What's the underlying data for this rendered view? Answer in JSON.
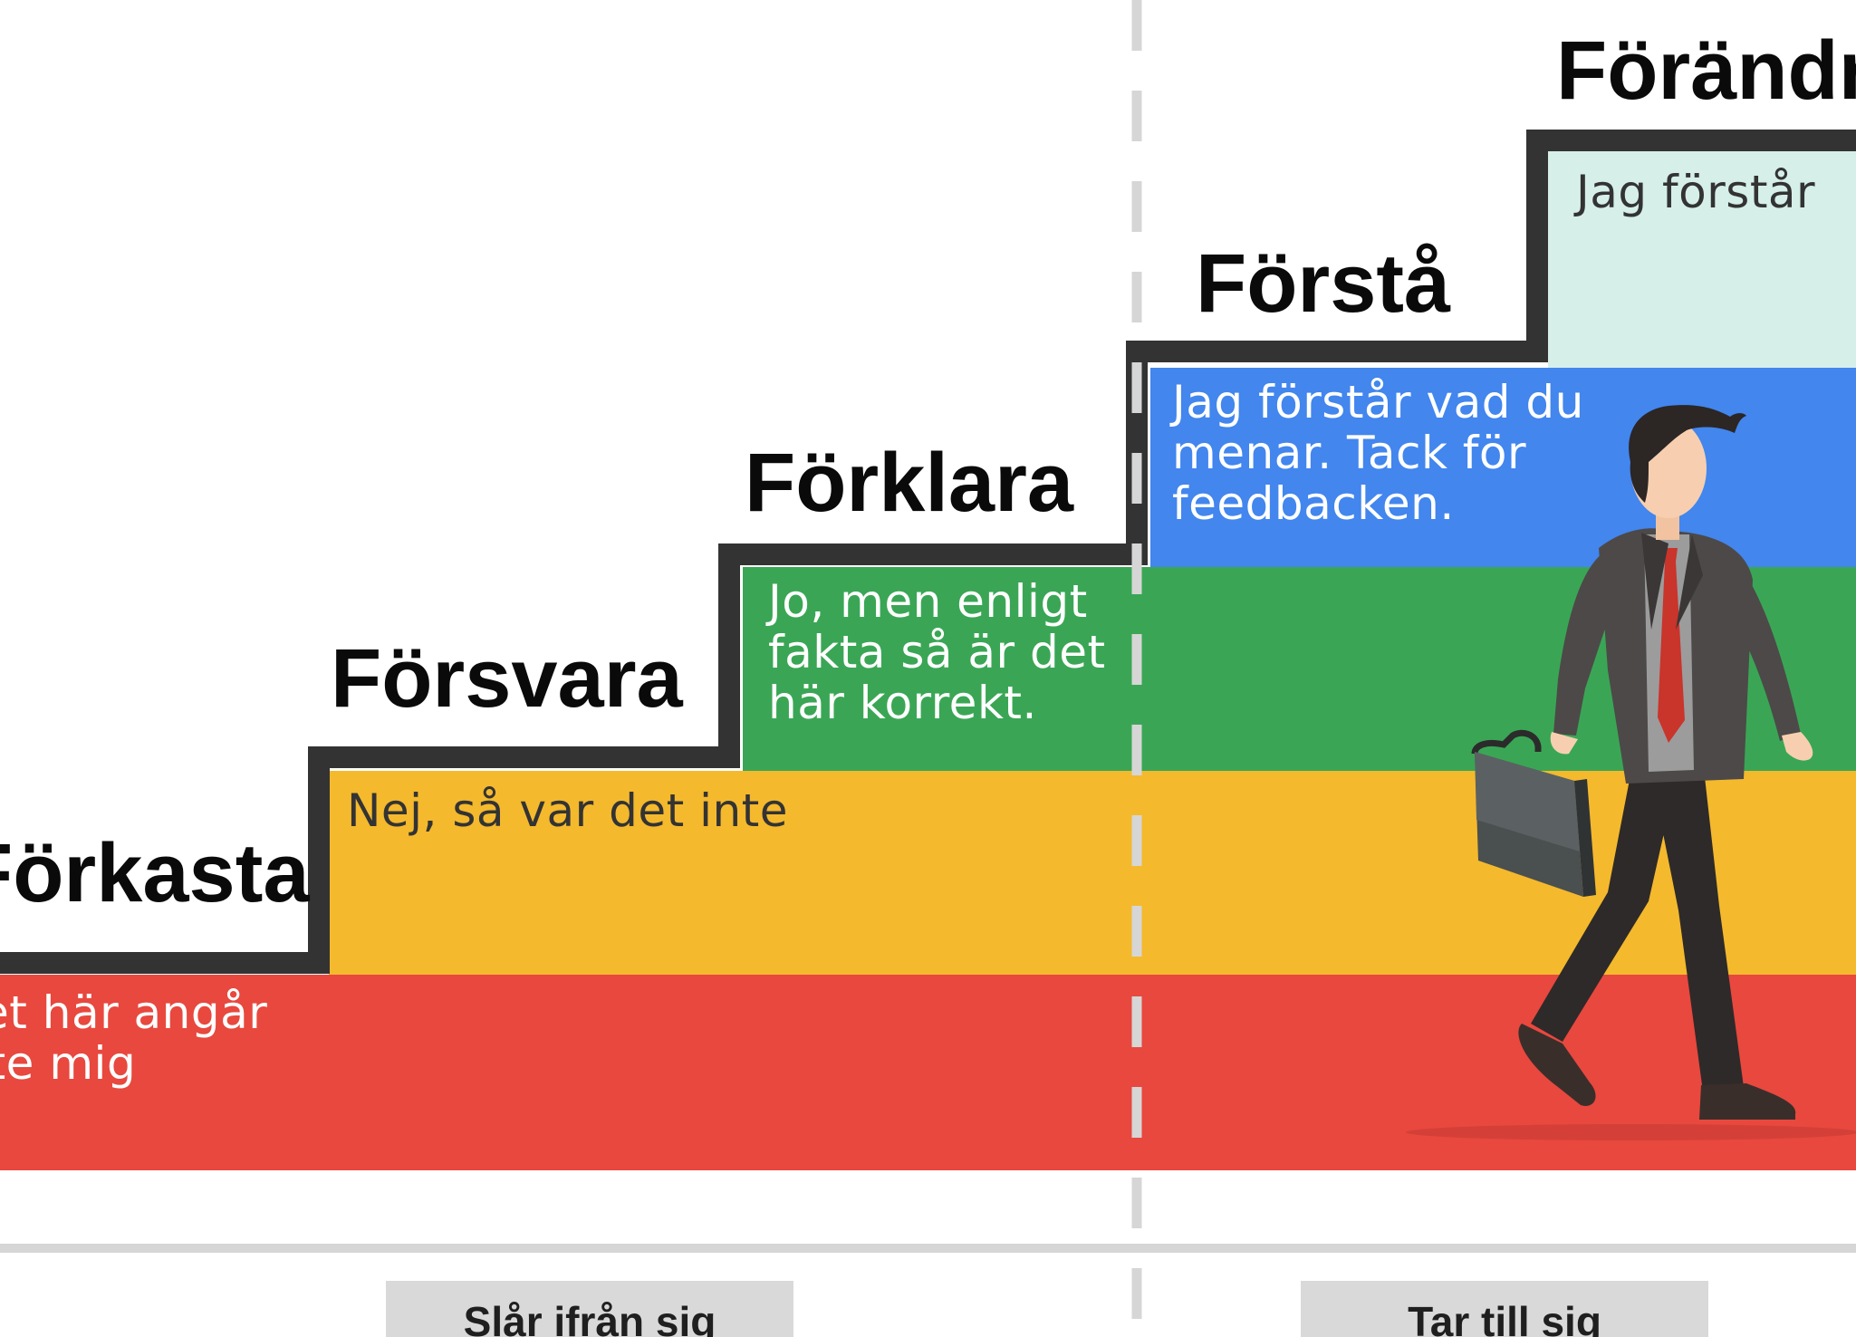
{
  "steps": [
    {
      "title": "Förkasta",
      "text": "Det här angår\ninte mig",
      "color": "#e8483e"
    },
    {
      "title": "Försvara",
      "text": "Nej, så var det inte",
      "color": "#f4b92d"
    },
    {
      "title": "Förklara",
      "text": "Jo, men enligt\nfakta så är det\nhär korrekt.",
      "color": "#3aa655"
    },
    {
      "title": "Förstå",
      "text": "Jag förstår vad du\nmenar. Tack för\nfeedbacken.",
      "color": "#4286ee"
    },
    {
      "title": "Förändra",
      "text": "Jag förstår",
      "color": "#d6efe9"
    }
  ],
  "categories": {
    "left": "Slår ifrån sig",
    "right": "Tar till sig"
  },
  "colors": {
    "stair_outline": "#333333",
    "dashed_divider": "#d6d6d6",
    "category_box": "#d9d9d9"
  }
}
